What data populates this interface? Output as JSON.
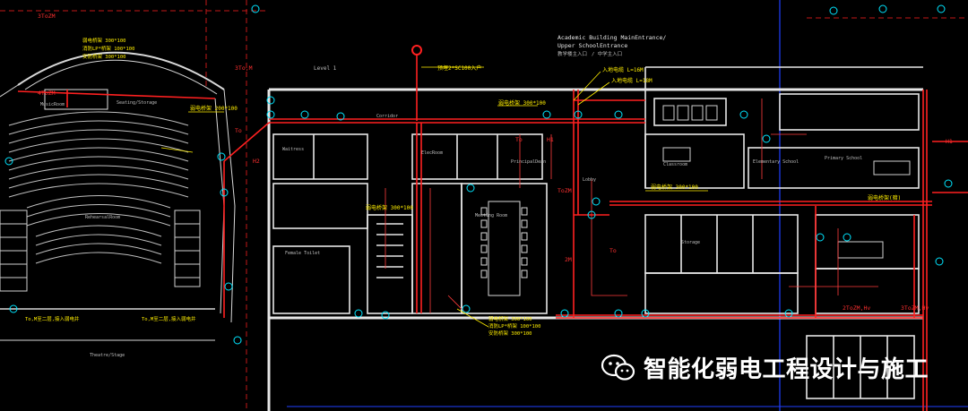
{
  "drawing": {
    "entrance_label": "Academic Building MainEntrance/",
    "entrance_label_2": "Upper SchoolEntrance",
    "entrance_cn_left": "教学楼主入口",
    "entrance_cn_right": "/ 中学主入口",
    "conduit_label": "预埋2*SC100入户",
    "duct_main": "弱电桥架 300*100",
    "duct_left": "弱电桥架 200*100",
    "duct_center": "弱电桥架 300*100",
    "duct_right": "弱电桥架 300*100",
    "duct_far_right": "弱电桥架(暗)",
    "duct_stack_top": "弱电桥架 300*100",
    "duct_stack_mid": "消防LP*桥架 100*100",
    "duct_stack_bot": "安防桥架 300*100",
    "tray_notes_left_1": "弱电桥架 300*100",
    "tray_notes_left_2": "消防LP*桥架 100*100",
    "tray_notes_left_3": "安防桥架 300*100",
    "cable_1": "入地电缆 L=16M",
    "cable_2": "入地电缆 L=18M",
    "upper_left_tag": "3ToZM",
    "upper_left_tag2": "4ToZM",
    "tag_3tom": "3To,M",
    "tag_2m": "2M",
    "tag_3tozmhv": "3ToZM,Hv",
    "tag_2tozmhv": "2ToZM,Hv",
    "tag_tozm": "ToZM",
    "tag_h1": "H1",
    "tag_to": "To",
    "tag_h2": "H2",
    "left_note": "To,M至二层,接入弱电井",
    "left_note_2": "To,M至二层,接入弱电井",
    "room_corridor": "Corridor",
    "room_theatre": "Theatre/Stage",
    "room_lobby": "Lobby",
    "room_principal": "PrincipalDean",
    "room_electrical": "ElecRoom",
    "room_female": "Female Toilet",
    "room_waitress": "Waitress",
    "room_classroom": "Classroom",
    "room_primary": "Primary School",
    "room_elementary": "Elementary School",
    "room_storage": "Storage",
    "room_meeting": "Meeting Room",
    "room_seating": "Seating/Storage",
    "room_rehearsal": "RehearsalRoom",
    "room_music": "MusicRoom",
    "area_mark": "Level 1"
  },
  "watermark": {
    "text": "智能化弱电工程设计与施工",
    "icon": "wechat-icon"
  },
  "colors": {
    "background": "#000000",
    "walls": "#e8e8e8",
    "duct_red": "#ff2020",
    "text_cyan": "#00e5ff",
    "text_yellow": "#ffee00",
    "grid_blue": "#2040ff",
    "dim_red_dashed": "#d01010"
  }
}
